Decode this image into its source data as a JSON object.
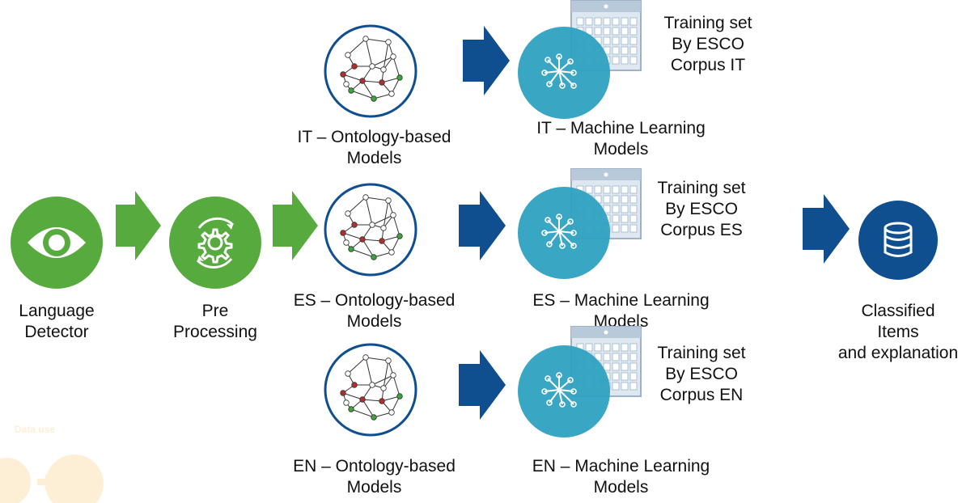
{
  "stages": {
    "language_detector": {
      "line1": "Language",
      "line2": "Detector"
    },
    "pre_processing": {
      "line1": "Pre",
      "line2": "Processing"
    },
    "output": {
      "line1": "Classified",
      "line2": "Items",
      "line3": "and explanation"
    }
  },
  "rows": [
    {
      "ontology": {
        "line1": "IT – Ontology-based",
        "line2": "Models"
      },
      "ml": {
        "line1": "IT – Machine Learning",
        "line2": "Models"
      },
      "training": {
        "line1": "Training set",
        "line2": "By ESCO",
        "line3": "Corpus IT"
      }
    },
    {
      "ontology": {
        "line1": "ES – Ontology-based",
        "line2": "Models"
      },
      "ml": {
        "line1": "ES – Machine Learning",
        "line2": "Models"
      },
      "training": {
        "line1": "Training set",
        "line2": "By ESCO",
        "line3": "Corpus ES"
      }
    },
    {
      "ontology": {
        "line1": "EN – Ontology-based",
        "line2": "Models"
      },
      "ml": {
        "line1": "EN – Machine Learning",
        "line2": "Models"
      },
      "training": {
        "line1": "Training set",
        "line2": "By ESCO",
        "line3": "Corpus EN"
      }
    }
  ],
  "faded_logo": {
    "text": "Data use"
  },
  "colors": {
    "green": "#57ab3e",
    "teal": "#2ea1c0",
    "navy": "#0f4f90",
    "calendar": "#9db3c9",
    "gold": "#f5a623"
  },
  "icons": {
    "language_detector": "eye-icon",
    "pre_processing": "gear-cycle-icon",
    "ontology": "network-graph-icon",
    "ml": "neural-hub-icon",
    "training": "calendar-grid-icon",
    "output": "database-icon"
  }
}
